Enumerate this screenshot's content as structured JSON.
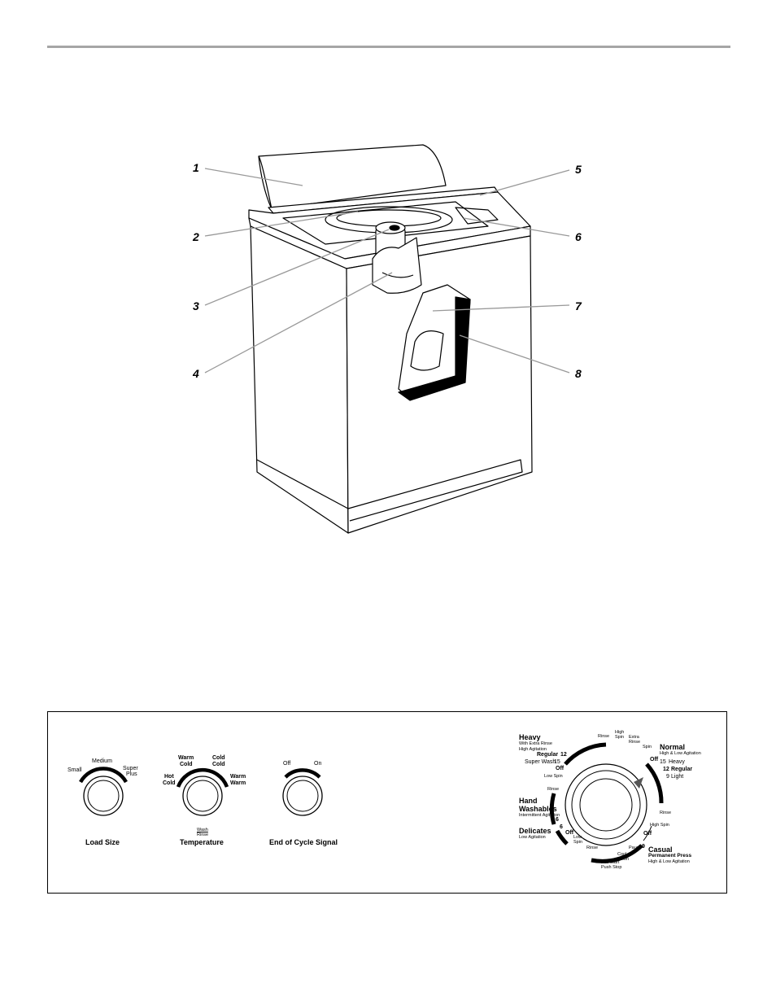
{
  "callouts": [
    "1",
    "2",
    "3",
    "4",
    "5",
    "6",
    "7",
    "8"
  ],
  "load_size": {
    "title": "Load Size",
    "small": "Small",
    "medium": "Medium",
    "super": "Super",
    "plus": "Plus"
  },
  "temperature": {
    "title": "Temperature",
    "hot": "Hot",
    "cold": "Cold",
    "warm": "Warm",
    "legend_wash": "Wash",
    "legend_rinse": "Rinse"
  },
  "signal": {
    "title": "End of Cycle Signal",
    "off": "Off",
    "on": "On"
  },
  "cycle": {
    "heavy": {
      "name": "Heavy",
      "sub1": "With Extra Rinse",
      "sub2": "High Agitation",
      "regular": "Regular",
      "super_wash": "Super Wash",
      "n12": "12",
      "n15": "15"
    },
    "normal": {
      "name": "Normal",
      "sub": "High & Low Agitation",
      "heavy": "Heavy",
      "regular": "Regular",
      "light": "Light",
      "n15": "15",
      "n12": "12",
      "n9": "9"
    },
    "hand": {
      "name1": "Hand",
      "name2": "Washables",
      "sub": "Intermittent Agitation",
      "n6": "6"
    },
    "delicates": {
      "name": "Delicates",
      "sub": "Low Agitation",
      "n6": "6"
    },
    "casual": {
      "name": "Casual",
      "name2": "Permanent Press",
      "sub": "High & Low Agitation",
      "n9": "9"
    },
    "marks": {
      "rinse": "Rinse",
      "high": "High",
      "spin": "Spin",
      "extra": "Extra",
      "low": "Low",
      "cool": "Cool",
      "down": "Down",
      "pause": "Pause",
      "pull_start": "Pull Start",
      "push_stop": "Push Stop",
      "off": "Off",
      "low_spin": "Low Spin",
      "high_spin": "High Spin"
    }
  }
}
